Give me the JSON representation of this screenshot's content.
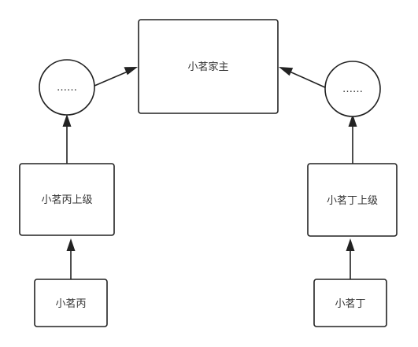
{
  "diagram": {
    "nodes": {
      "root": {
        "label": "小茗家主"
      },
      "left_circle": {
        "label": "……"
      },
      "right_circle": {
        "label": "……"
      },
      "bing_superior": {
        "label": "小茗丙上级"
      },
      "ding_superior": {
        "label": "小茗丁上级"
      },
      "bing": {
        "label": "小茗丙"
      },
      "ding": {
        "label": "小茗丁"
      }
    },
    "edges": [
      {
        "from": "bing",
        "to": "bing_superior"
      },
      {
        "from": "bing_superior",
        "to": "left_circle"
      },
      {
        "from": "left_circle",
        "to": "root"
      },
      {
        "from": "ding",
        "to": "ding_superior"
      },
      {
        "from": "ding_superior",
        "to": "right_circle"
      },
      {
        "from": "right_circle",
        "to": "root"
      }
    ]
  }
}
